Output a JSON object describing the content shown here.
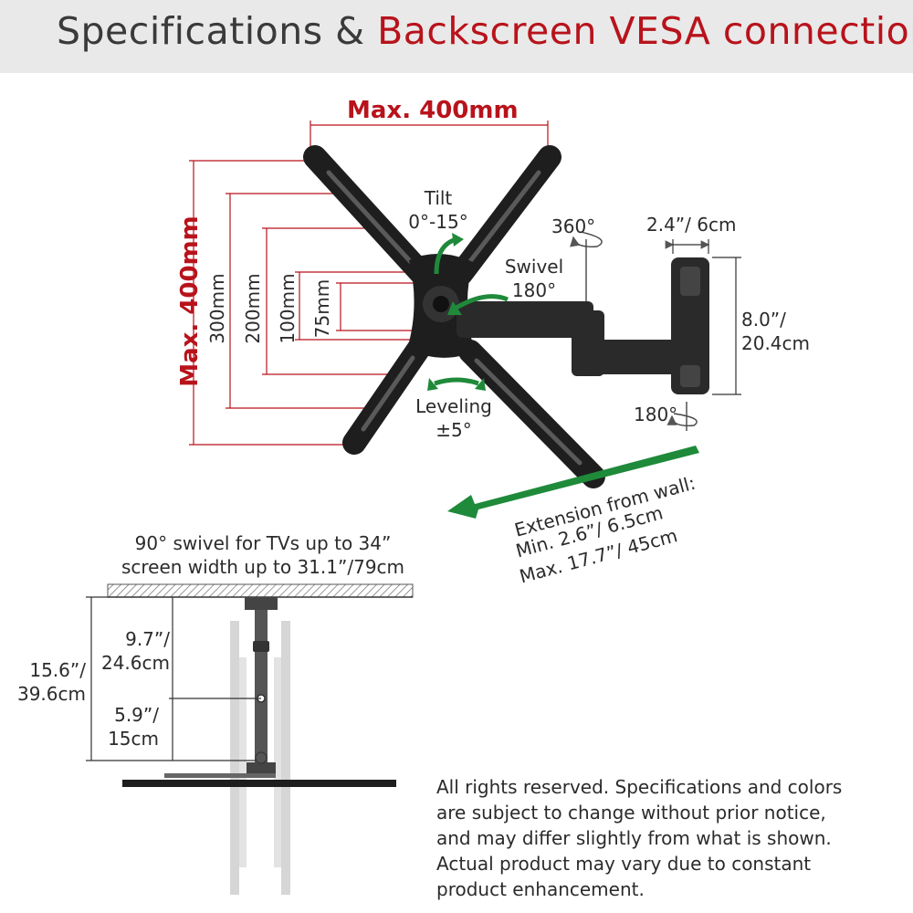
{
  "header": {
    "title_part1": "Specifications & ",
    "title_part2": "Backscreen VESA connection",
    "title_color": "#3a3a3a",
    "accent_color": "#b8131b"
  },
  "vesa": {
    "max_width": "Max. 400mm",
    "max_height": "Max. 400mm",
    "h300": "300mm",
    "h200": "200mm",
    "h100": "100mm",
    "h75": "75mm"
  },
  "motion": {
    "tilt_title": "Tilt",
    "tilt_range": "0°-15°",
    "swivel_title": "Swivel",
    "swivel_range": "180°",
    "leveling_title": "Leveling",
    "leveling_range": "±5°",
    "wall_rotation": "360°",
    "bottom_rotation": "180°",
    "arrow_color": "#1f8a3a"
  },
  "wall_plate": {
    "width": "2.4”/ 6cm",
    "height_in": "8.0”/",
    "height_cm": "20.4cm"
  },
  "extension": {
    "line1": "Extension from wall:",
    "line2": "Min. 2.6”/ 6.5cm",
    "line3": "Max. 17.7”/ 45cm"
  },
  "topview": {
    "caption_line1": "90° swivel for TVs up to 34”",
    "caption_line2": "screen width up to 31.1”/79cm",
    "total_in": "15.6”/",
    "total_cm": "39.6cm",
    "upper_in": "9.7”/",
    "upper_cm": "24.6cm",
    "lower_in": "5.9”/",
    "lower_cm": "15cm"
  },
  "notice": {
    "line1": "All rights reserved. Specifications and colors",
    "line2": "are subject to change without prior notice,",
    "line3": "and may differ slightly from what is shown.",
    "line4": "Actual product may vary due to constant",
    "line5": "product enhancement."
  }
}
